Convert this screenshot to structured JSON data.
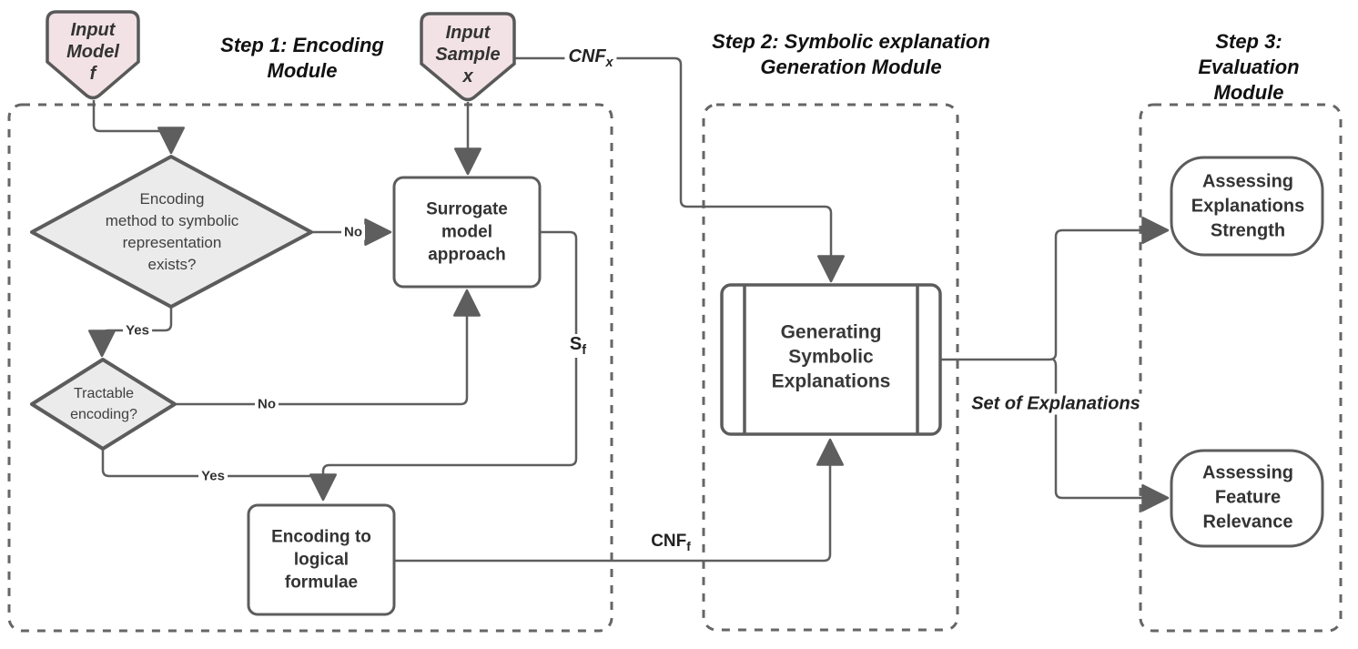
{
  "modules": {
    "step1": {
      "title": "Step 1: Encoding\nModule"
    },
    "step2": {
      "title": "Step 2: Symbolic explanation\nGeneration Module"
    },
    "step3": {
      "title": "Step 3: Evaluation\nModule"
    }
  },
  "nodes": {
    "input_model": "Input\nModel\nf",
    "input_sample": "Input\nSample\nx",
    "decision_encoding": "Encoding\nmethod to symbolic\nrepresentation\nexists?",
    "decision_tractable": "Tractable\nencoding?",
    "surrogate": "Surrogate\nmodel\napproach",
    "encoding_logical": "Encoding to\nlogical\nformulae",
    "generating": "Generating\nSymbolic\nExplanations",
    "assess_strength": "Assessing\nExplanations\nStrength",
    "assess_relevance": "Assessing\nFeature\nRelevance"
  },
  "edge_labels": {
    "no1": "No",
    "yes1": "Yes",
    "no2": "No",
    "yes2": "Yes",
    "cnf_x": {
      "main": "CNF",
      "sub": "x"
    },
    "s_f": {
      "main": "S",
      "sub": "f"
    },
    "cnf_f": {
      "main": "CNF",
      "sub": "f"
    },
    "set_of_explanations": "Set of Explanations"
  },
  "colors": {
    "line": "#5e5e5e",
    "shape_border": "#595959",
    "diamond_fill": "#ebebeb",
    "input_fill": "#f2e2e5",
    "box_fill": "#ffffff",
    "text": "#383838",
    "title": "#111111"
  }
}
